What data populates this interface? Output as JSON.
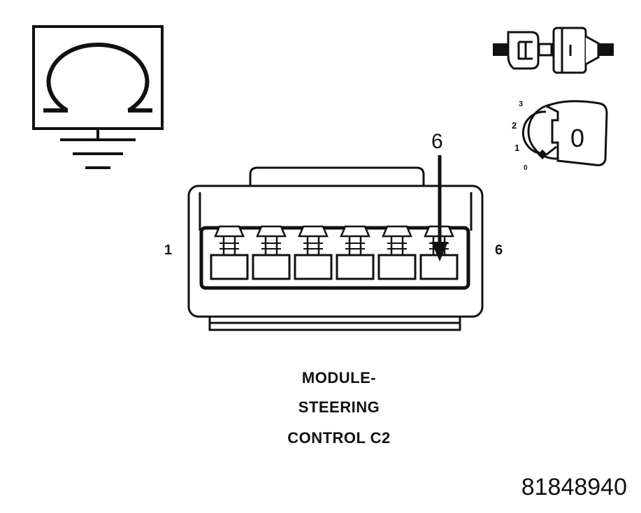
{
  "connector": {
    "pin_left_label": "1",
    "pin_right_label": "6",
    "probe_pin_label": "6",
    "cavity_count": 6
  },
  "ignition": {
    "positions": [
      "3",
      "2",
      "1",
      "0"
    ],
    "key_label": "0"
  },
  "caption": {
    "line1": "MODULE-",
    "line2": "STEERING",
    "line3": "CONTROL C2"
  },
  "part_number": "81848940",
  "icons": {
    "meter": "ohmmeter-icon",
    "ground": "ground-icon",
    "connector": "disconnected-connector-icon",
    "ignition": "ignition-key-icon"
  }
}
